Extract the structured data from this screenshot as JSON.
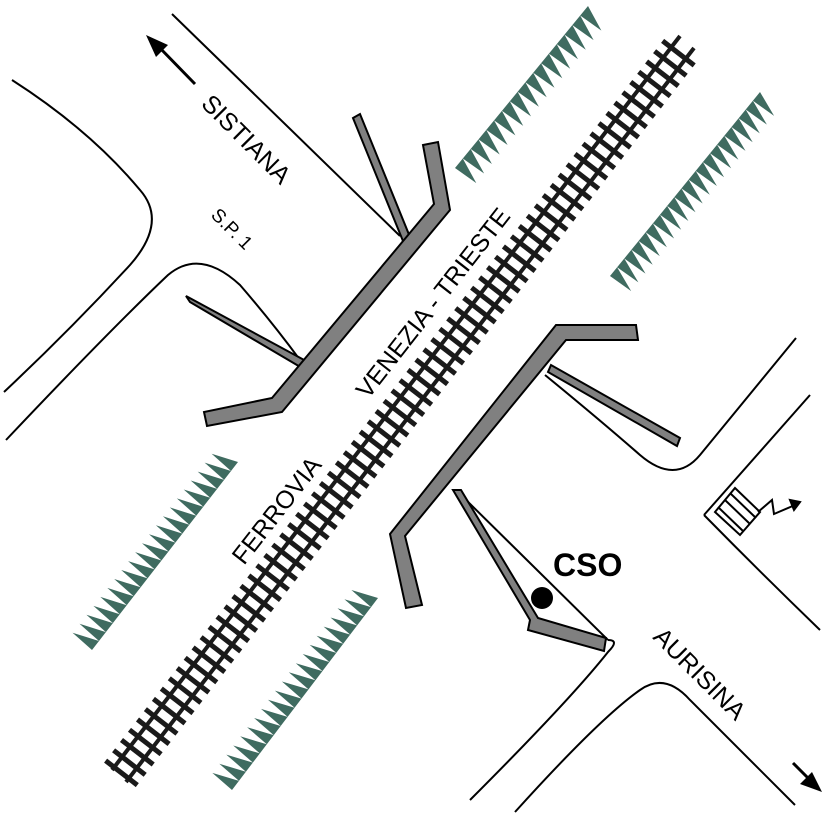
{
  "labels": {
    "sistiana": "SISTIANA",
    "road_code": "S.P. 1",
    "railway_1": "FERROVIA",
    "railway_2": "VENEZIA - TRIESTE",
    "cso": "CSO",
    "aurisina": "AURISINA"
  },
  "colors": {
    "background": "#ffffff",
    "line": "#000000",
    "embankment": "#3f6b60",
    "platform_fill": "#808080",
    "rail_track": "#1a1a1a"
  },
  "icons": {
    "direction_arrow": "arrow-icon",
    "station_marker": "dot-marker-icon",
    "transmitter": "antenna-icon"
  }
}
